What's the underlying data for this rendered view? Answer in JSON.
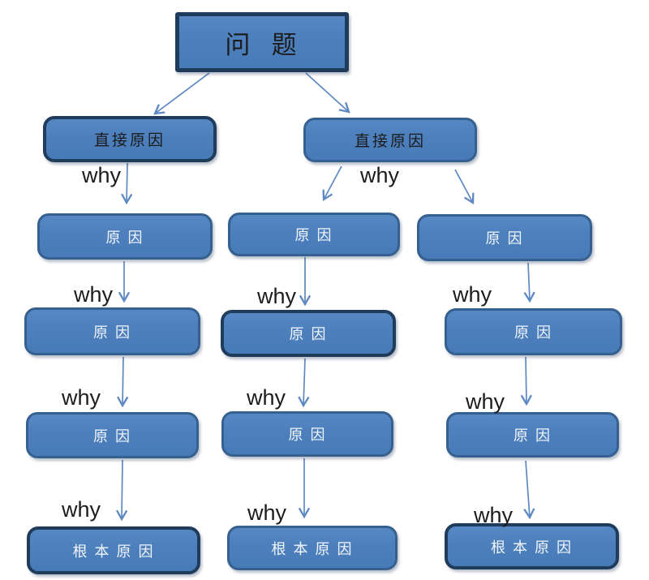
{
  "diagram": {
    "type": "5-why-root-cause-analysis-flowchart",
    "root": {
      "problem": "问  题"
    },
    "direct_causes": [
      "直接原因",
      "直接原因"
    ],
    "columns": [
      {
        "cells": [
          "原 因",
          "原 因",
          "原 因",
          "根 本 原 因"
        ]
      },
      {
        "cells": [
          "原 因",
          "原 因",
          "原 因",
          "根 本 原 因"
        ]
      },
      {
        "cells": [
          "原 因",
          "原 因",
          "原 因",
          "根 本 原 因"
        ]
      }
    ],
    "labels": {
      "why": "why"
    }
  },
  "colors": {
    "box_fill": "#4d80bc",
    "box_border": "#35608f",
    "box_border_dark": "#203c5c",
    "arrow": "#5e88c2",
    "text_dark": "#1c1c1c",
    "text_light": "#f2f6fb",
    "background": "#ffffff"
  }
}
